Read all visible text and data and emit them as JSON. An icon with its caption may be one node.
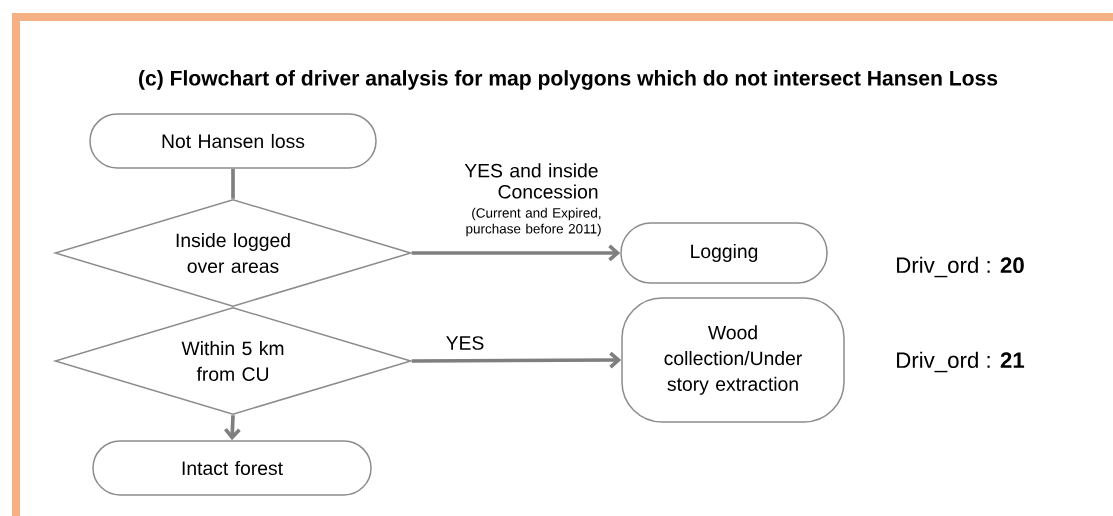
{
  "diagram": {
    "title": "(c) Flowchart of driver analysis for map polygons which do not intersect Hansen Loss",
    "nodes": [
      {
        "text": [
          "Not Hansen loss"
        ]
      },
      {
        "text": [
          "Inside logged over areas"
        ]
      },
      {
        "text": [
          "Logging"
        ],
        "beside": [
          "Driv_ord : **20**"
        ]
      },
      {
        "text": [
          "Within 5 km from CU"
        ]
      },
      {
        "text": [
          "Wood collection/Under story extraction"
        ],
        "beside": [
          "Driv_ord : **21**"
        ]
      },
      {
        "text": [
          "Intact forest"
        ]
      }
    ],
    "edges": [
      {
        "from": 0,
        "to": 1,
        "arrow": "none"
      },
      {
        "from": 1,
        "to": 2,
        "arrow": "to",
        "label": "YES and inside Concession"
      },
      {
        "from": 3,
        "to": 4,
        "arrow": "to",
        "label": "YES"
      },
      {
        "from": 3,
        "to": 5,
        "arrow": "to"
      }
    ],
    "labels": [
      "(Current and Expired, purchase before 2011)"
    ]
  }
}
